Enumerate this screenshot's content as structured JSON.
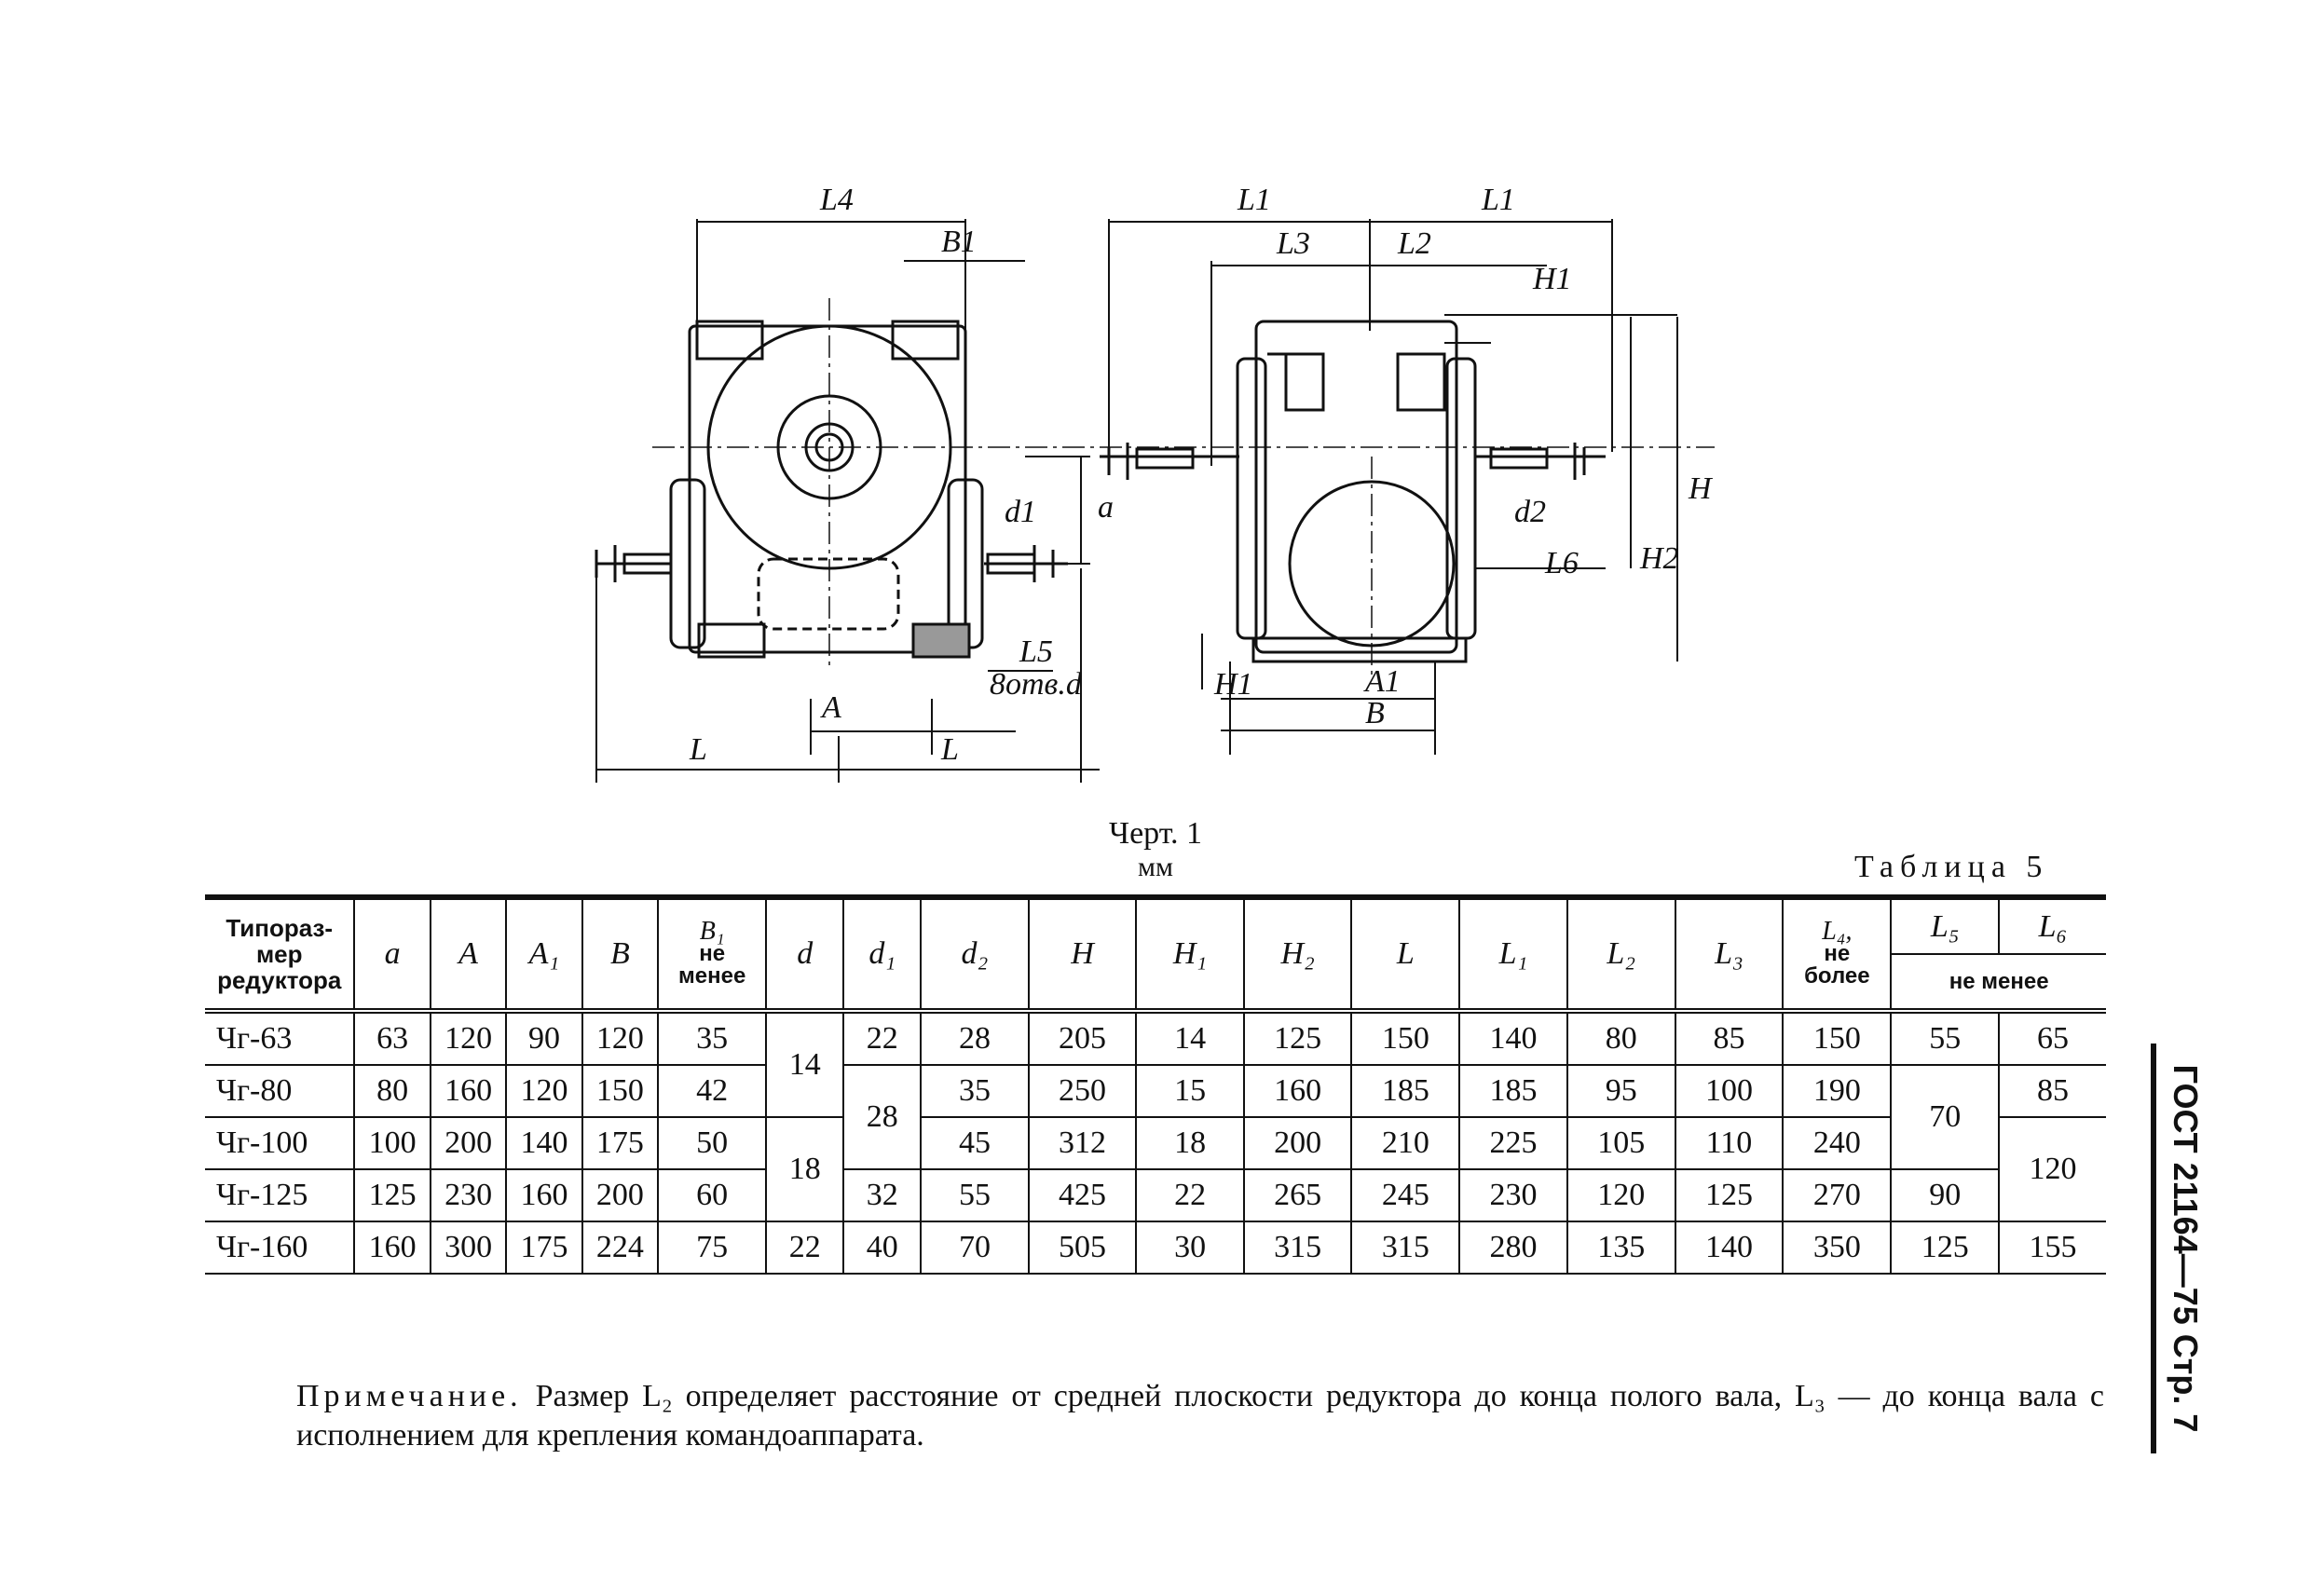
{
  "drawing": {
    "labels": [
      "L4",
      "B1",
      "d1",
      "a",
      "L5",
      "8отв.d",
      "A",
      "L",
      "L",
      "L1",
      "L1",
      "L3",
      "L2",
      "H1",
      "H",
      "d2",
      "H2",
      "L6",
      "H1",
      "A1",
      "B"
    ]
  },
  "caption": "Черт. 1",
  "units": "мм",
  "table_title": "Таблица 5",
  "table": {
    "header": {
      "col0": [
        "Типораз-",
        "мер",
        "редуктора"
      ],
      "a": "a",
      "A": "A",
      "A1": "A₁",
      "B": "B",
      "B1": [
        "B₁",
        "не",
        "менее"
      ],
      "d": "d",
      "d1": "d₁",
      "d2": "d₂",
      "H": "H",
      "H1": "H₁",
      "H2": "H₂",
      "L": "L",
      "L1": "L₁",
      "L2": "L₂",
      "L3": "L₃",
      "L4": [
        "L₄,",
        "не",
        "более"
      ],
      "L5": "L₅",
      "L6": "L₆",
      "not_less": "не менее"
    },
    "rows": [
      {
        "name": "Чг-63",
        "a": "63",
        "A": "120",
        "A1": "90",
        "B": "120",
        "B1": "35",
        "d": "14",
        "d1": "22",
        "d2": "28",
        "H": "205",
        "H1": "14",
        "H2": "125",
        "L": "150",
        "L1": "140",
        "L2": "80",
        "L3": "85",
        "L4": "150",
        "L5": "55",
        "L6": "65"
      },
      {
        "name": "Чг-80",
        "a": "80",
        "A": "160",
        "A1": "120",
        "B": "150",
        "B1": "42",
        "d": "",
        "d1": "28",
        "d2": "35",
        "H": "250",
        "H1": "15",
        "H2": "160",
        "L": "185",
        "L1": "185",
        "L2": "95",
        "L3": "100",
        "L4": "190",
        "L5": "70",
        "L6": "85"
      },
      {
        "name": "Чг-100",
        "a": "100",
        "A": "200",
        "A1": "140",
        "B": "175",
        "B1": "50",
        "d": "18",
        "d1": "",
        "d2": "45",
        "H": "312",
        "H1": "18",
        "H2": "200",
        "L": "210",
        "L1": "225",
        "L2": "105",
        "L3": "110",
        "L4": "240",
        "L5": "",
        "L6": "120"
      },
      {
        "name": "Чг-125",
        "a": "125",
        "A": "230",
        "A1": "160",
        "B": "200",
        "B1": "60",
        "d": "",
        "d1": "32",
        "d2": "55",
        "H": "425",
        "H1": "22",
        "H2": "265",
        "L": "245",
        "L1": "230",
        "L2": "120",
        "L3": "125",
        "L4": "270",
        "L5": "90",
        "L6": ""
      },
      {
        "name": "Чг-160",
        "a": "160",
        "A": "300",
        "A1": "175",
        "B": "224",
        "B1": "75",
        "d": "22",
        "d1": "40",
        "d2": "70",
        "H": "505",
        "H1": "30",
        "H2": "315",
        "L": "315",
        "L1": "280",
        "L2": "135",
        "L3": "140",
        "L4": "350",
        "L5": "125",
        "L6": "155"
      }
    ]
  },
  "note": {
    "lead": "Примечание.",
    "text": " Размер L₂ определяет расстояние от средней плоскости редуктора до конца полого вала, L₃ — до конца вала с исполнением для крепления командоаппарата."
  },
  "side_header": "ГОСТ 21164—75 Стр. 7"
}
